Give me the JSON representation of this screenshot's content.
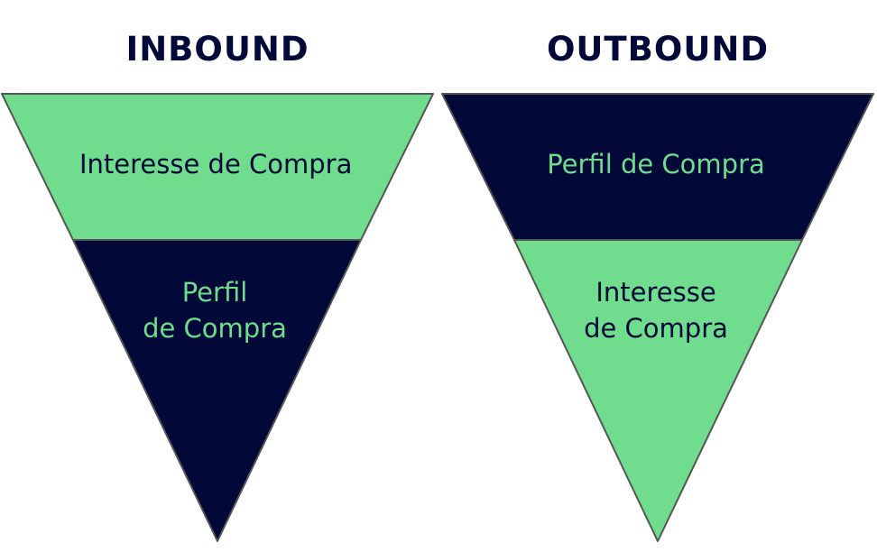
{
  "colors": {
    "navy": "#020838",
    "green": "#6fdd8d",
    "outline": "#555555"
  },
  "funnels": [
    {
      "title": "INBOUND",
      "top_section": {
        "lines": [
          "Interesse de Compra"
        ],
        "fill": "#6fdd8d",
        "text_color": "#020838"
      },
      "bottom_section": {
        "lines": [
          "Perfil",
          "de Compra"
        ],
        "fill": "#020838",
        "text_color": "#6fdd8d"
      }
    },
    {
      "title": "OUTBOUND",
      "top_section": {
        "lines": [
          "Perfil de Compra"
        ],
        "fill": "#020838",
        "text_color": "#6fdd8d"
      },
      "bottom_section": {
        "lines": [
          "Interesse",
          "de Compra"
        ],
        "fill": "#6fdd8d",
        "text_color": "#020838"
      }
    }
  ]
}
